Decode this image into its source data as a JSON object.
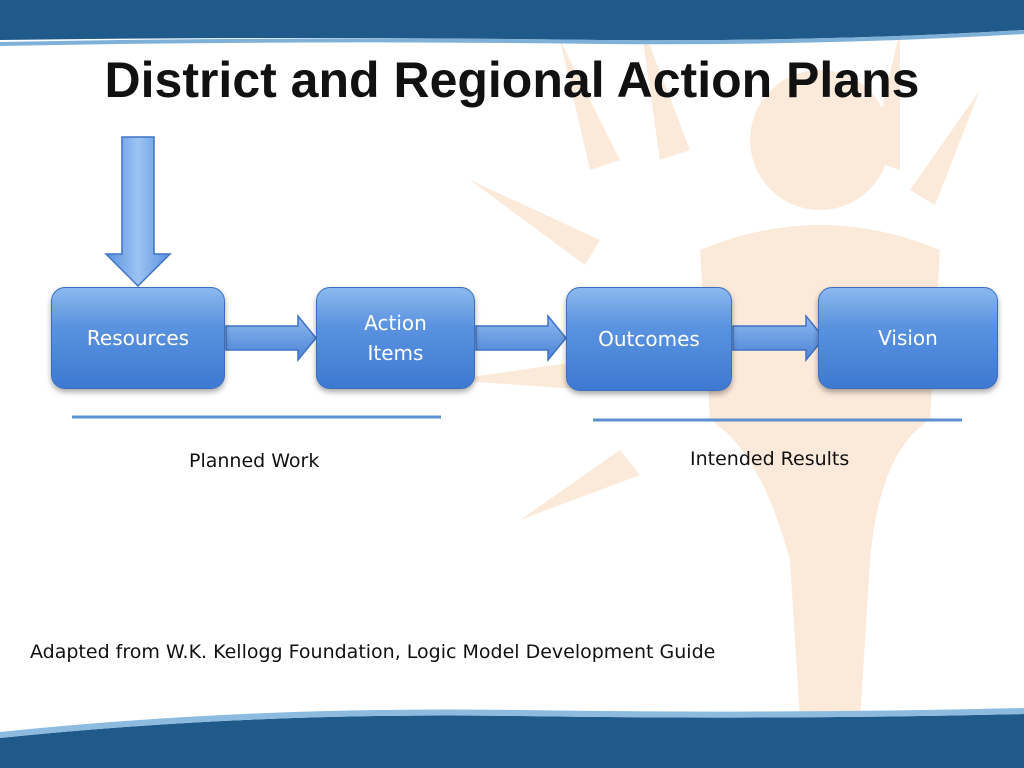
{
  "slide": {
    "title": "District and Regional Action Plans"
  },
  "diagram": {
    "nodes": [
      {
        "id": "resources",
        "label": "Resources"
      },
      {
        "id": "action-items",
        "label": "Action Items"
      },
      {
        "id": "outcomes",
        "label": "Outcomes"
      },
      {
        "id": "vision",
        "label": "Vision"
      }
    ],
    "groups": [
      {
        "label": "Planned Work"
      },
      {
        "label": "Intended Results"
      }
    ]
  },
  "footer": {
    "credit": "Adapted from W.K. Kellogg Foundation, Logic Model Development Guide"
  },
  "colors": {
    "brand_band": "#1f5a8a",
    "node_fill": "#4f87d8",
    "arrow_fill": "#5b95e0",
    "watermark": "#fbe7d6"
  }
}
